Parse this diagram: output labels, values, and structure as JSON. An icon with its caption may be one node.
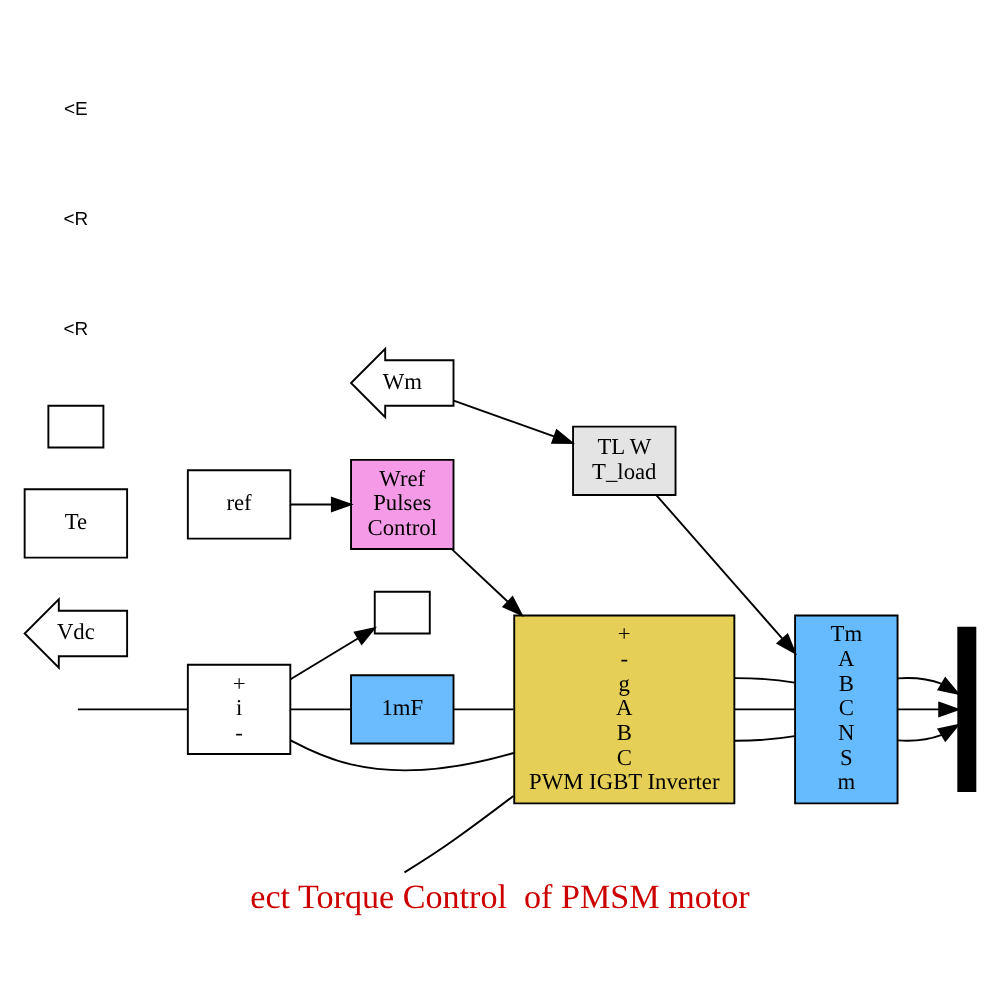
{
  "diagram": {
    "caption": "ect Torque Control  of PMSM motor",
    "nodes": [
      {
        "text": [
          "ref"
        ]
      },
      {
        "text": [
          "Wref",
          "Pulses",
          "Control"
        ]
      },
      {
        "text": [
          "Vdc"
        ]
      },
      {
        "text": [
          "+",
          "i",
          "-"
        ]
      },
      {
        "text": [],
        "shape": "box"
      },
      {
        "text": [
          "1mF"
        ]
      },
      {
        "text": [
          "+",
          "-",
          "g",
          "A",
          "B",
          "C",
          "PWM IGBT Inverter"
        ]
      },
      {
        "text": [
          "TL W",
          "T_load"
        ]
      },
      {
        "text": [
          "Wm"
        ]
      },
      {
        "text": [
          "Tm",
          "A",
          "B",
          "C",
          "N",
          "S",
          "m"
        ]
      },
      {
        "text": [],
        "shape": "bar"
      },
      {
        "text": [
          "Te"
        ]
      },
      {
        "text": [],
        "shape": "box"
      }
    ],
    "edges": [
      {
        "from": 0,
        "to": 1,
        "arrow": "to"
      },
      {
        "from": 1,
        "to": 6,
        "arrow": "to"
      },
      {
        "from": null,
        "to": 3,
        "arrow": "none"
      },
      {
        "from": 3,
        "to": 4,
        "arrow": "to"
      },
      {
        "from": 3,
        "to": 6,
        "arrow": "none"
      },
      {
        "from": 3,
        "to": 5,
        "arrow": "none"
      },
      {
        "from": 5,
        "to": 6,
        "arrow": "none"
      },
      {
        "from": null,
        "to": 6,
        "arrow": "none"
      },
      {
        "from": 6,
        "to": 9,
        "arrow": "none"
      },
      {
        "from": 6,
        "to": 9,
        "arrow": "none"
      },
      {
        "from": 6,
        "to": 9,
        "arrow": "none"
      },
      {
        "from": 8,
        "to": 7,
        "arrow": "to"
      },
      {
        "from": 7,
        "to": 9,
        "arrow": "to"
      },
      {
        "from": 9,
        "to": 10,
        "arrow": "to"
      },
      {
        "from": 9,
        "to": 10,
        "arrow": "to"
      },
      {
        "from": 9,
        "to": 10,
        "arrow": "to"
      }
    ],
    "labels": [
      "<R",
      "<R",
      "<E"
    ]
  }
}
